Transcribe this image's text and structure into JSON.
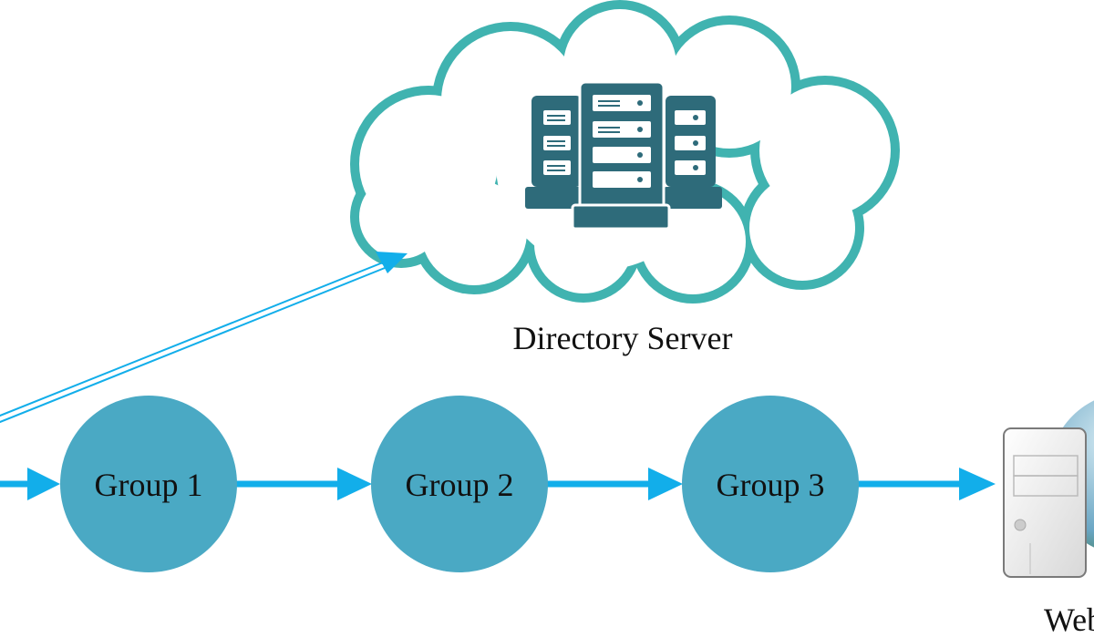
{
  "diagram": {
    "cloud": {
      "label": "Directory Server",
      "icon": "server-rack-icon"
    },
    "groups": [
      {
        "label": "Group 1"
      },
      {
        "label": "Group 2"
      },
      {
        "label": "Group 3"
      }
    ],
    "web_server": {
      "label": "Web Server",
      "icon": "web-server-icon"
    },
    "colors": {
      "cloud_outline": "#40b3b0",
      "server_icon": "#2e6b7a",
      "group_fill": "#4aa9c4",
      "arrow": "#12aeea"
    }
  }
}
